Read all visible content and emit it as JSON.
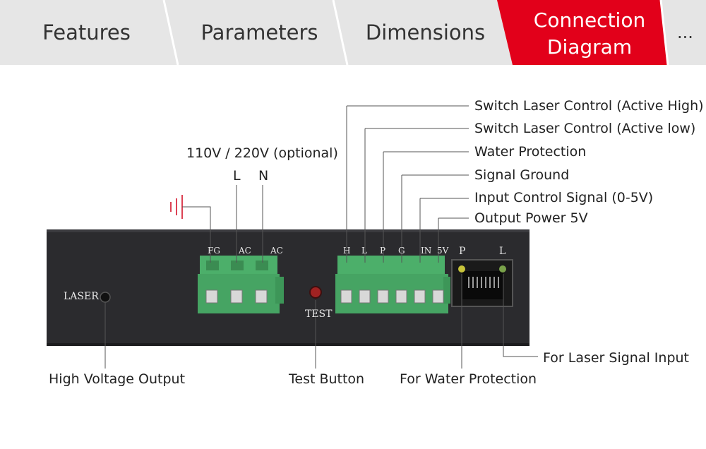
{
  "tabs": [
    {
      "label": "Features",
      "active": false
    },
    {
      "label": "Parameters",
      "active": false
    },
    {
      "label": "Dimensions",
      "active": false
    },
    {
      "label_line1": "Connection",
      "label_line2": "Diagram",
      "active": true
    },
    {
      "label": "...",
      "active": false
    }
  ],
  "colors": {
    "tab_bg": "#e5e5e5",
    "tab_active": "#e2001a",
    "panel": "#2b2b2e",
    "terminal_green": "#4caf6a"
  },
  "diagram": {
    "power_header": "110V / 220V (optional)",
    "power_l": "L",
    "power_n": "N",
    "panel_labels": {
      "laser": "LASER",
      "fg": "FG",
      "ac1": "AC",
      "ac2": "AC",
      "h": "H",
      "l": "L",
      "p": "P",
      "g": "G",
      "in": "IN",
      "v5": "5V",
      "rj_p": "P",
      "rj_l": "L",
      "test": "TEST"
    },
    "callouts": {
      "switch_high": "Switch Laser Control (Active High)",
      "switch_low": "Switch Laser Control (Active low)",
      "water": "Water Protection",
      "ground": "Signal Ground",
      "input": "Input Control Signal (0-5V)",
      "output": "Output Power 5V",
      "laser_input": "For Laser Signal Input",
      "hv_output": "High Voltage Output",
      "test_button": "Test Button",
      "water_protection": "For Water Protection"
    }
  }
}
